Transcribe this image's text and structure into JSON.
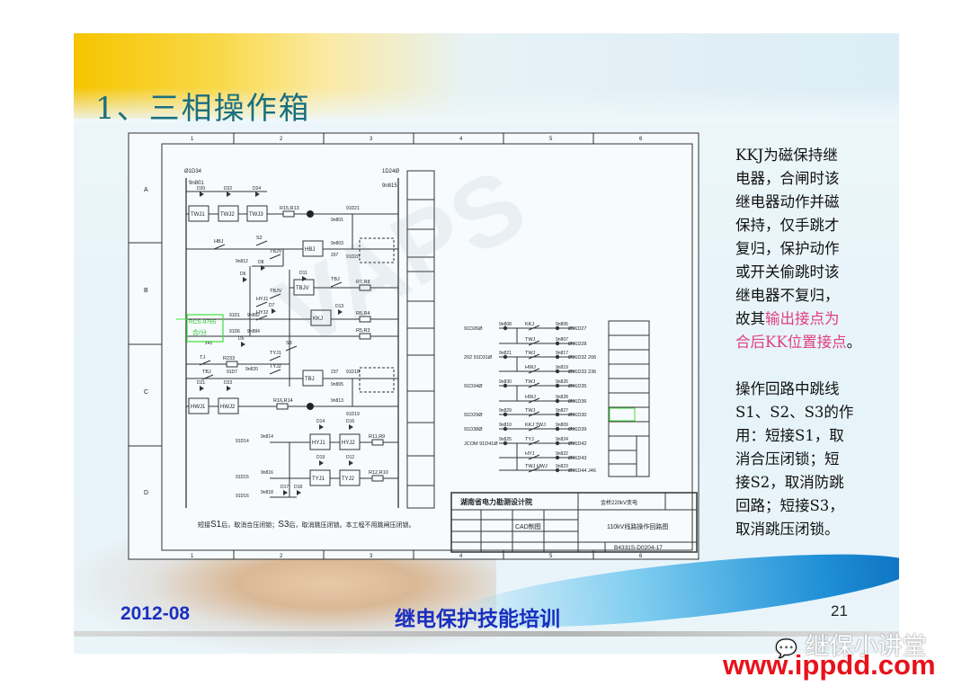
{
  "slide": {
    "title": "1、三相操作箱",
    "footer_date": "2012-08",
    "footer_title": "继电保护技能培训",
    "page_number": "21"
  },
  "side_text": {
    "para1_lines": [
      "KKJ为磁保持继",
      "电器，合闸时该",
      "继电器动作并磁",
      "保持，仅手跳才",
      "复归，保护动作",
      "或开关偷跳时该",
      "继电器不复归，"
    ],
    "para1_tail_prefix": "故其",
    "para1_highlight_a": "输出接点为",
    "para1_highlight_b": "合后KK位置接点",
    "para1_end": "。",
    "para2_lines": [
      "操作回路中跳线",
      "S1、S2、S3的作",
      "用：短接S1，取",
      "消合压闭锁；短",
      "接S2，取消防跳",
      "回路；短接S3，",
      "取消跳压闭锁。"
    ],
    "highlight_color": "#e0407f"
  },
  "diagram": {
    "col_numbers": [
      "1",
      "2",
      "3",
      "4",
      "5",
      "6"
    ],
    "row_letters": [
      "A",
      "B",
      "C",
      "D"
    ],
    "terminals": {
      "t1": "Ø1D34",
      "t2": "9n801",
      "t3": "1D24Ø",
      "t4": "9n815"
    },
    "boxes": [
      "TWJ1",
      "TWJ2",
      "TWJ3",
      "HBJ",
      "TBJV",
      "KKJ",
      "TBJ",
      "HWJ1",
      "HWJ2",
      "HYJ1",
      "HYJ2",
      "TYJ1",
      "TYJ2"
    ],
    "contacts": [
      "HBJ",
      "S2",
      "TBJV",
      "TBJ",
      "TBJV",
      "HYJ1",
      "HYJ2",
      "TYJ1",
      "TYJ2",
      "TJ",
      "TBJ",
      "S3"
    ],
    "diodes": [
      "D20",
      "D22",
      "D24",
      "D8",
      "D11",
      "D6",
      "D7",
      "D5",
      "D13",
      "D21",
      "D23",
      "D14",
      "D16",
      "D19",
      "D12",
      "D17",
      "D18"
    ],
    "resistors": [
      "R15,R13",
      "R7,R8",
      "R6,R4",
      "R5,R3",
      "R16,R14",
      "R11,R9",
      "R12,R10",
      "R233"
    ],
    "nodes": [
      "9n801",
      "91D21",
      "9n803",
      "207",
      "91D20",
      "9n812",
      "91D1",
      "9n882",
      "91D6",
      "9n884",
      "241",
      "91D7",
      "9n820",
      "237",
      "91D18",
      "9n805",
      "9n813",
      "91D19",
      "91D14",
      "9n814",
      "91D15",
      "9n816",
      "91D16",
      "9n818"
    ],
    "green_label": "RCS-9765",
    "green_sub": "合/分",
    "green_color": "#3fe040",
    "right_rungs": [
      {
        "in": "91D26Ø",
        "n1": "9n808",
        "c": "KKJ",
        "n2": "9n806",
        "out": "Ø91D27",
        "extra": ""
      },
      {
        "in": "",
        "n1": "",
        "c": "TWJ",
        "n2": "9n807",
        "out": "Ø91D28",
        "extra": ""
      },
      {
        "in": "202  91D31Ø",
        "n1": "9n821",
        "c": "TWJ",
        "n2": "9n817",
        "out": "Ø91D32  206",
        "extra": ""
      },
      {
        "in": "",
        "n1": "",
        "c": "HWJ",
        "n2": "9n819",
        "out": "Ø91D33  236",
        "extra": ""
      },
      {
        "in": "91D34Ø",
        "n1": "9n830",
        "c": "TWJ",
        "n2": "9n826",
        "out": "Ø91D35",
        "extra": ""
      },
      {
        "in": "",
        "n1": "",
        "c": "HWJ",
        "n2": "9n828",
        "out": "Ø91D36",
        "extra": ""
      },
      {
        "in": "91D29Ø",
        "n1": "9n829",
        "c": "TWJ",
        "n2": "9n827",
        "out": "Ø91D30",
        "extra": ""
      },
      {
        "in": "91D38Ø",
        "n1": "9n810",
        "c": "KKJ  TWJ",
        "n2": "9n809",
        "out": "Ø91D39",
        "extra": ""
      },
      {
        "in": "JCOM  91D41Ø",
        "n1": "9n825",
        "c": "TYJ",
        "n2": "9n824",
        "out": "Ø91D42",
        "extra": ""
      },
      {
        "in": "",
        "n1": "",
        "c": "HYJ",
        "n2": "9n822",
        "out": "Ø91D43",
        "extra": ""
      },
      {
        "in": "",
        "n1": "",
        "c": "TWJ  HWJ",
        "n2": "9n823",
        "out": "Ø91D44  J46",
        "extra": ""
      }
    ],
    "bottom_note_prefix": "短接",
    "bottom_note_s1": "S1",
    "bottom_note_mid": "后，取消合压闭锁；",
    "bottom_note_s3": "S3",
    "bottom_note_end": "后，取消跳压闭锁。本工程不用跳闸压闭锁。",
    "title_block": {
      "org": "湖南省电力勘测设计院",
      "project": "金桥220kV变电",
      "cad": "CAD制图",
      "drawing": "110kV线路操作回路图",
      "number": "B4331S-D0204-17"
    }
  },
  "watermark": {
    "account": "继保小讲堂",
    "url": "www.ippdd.com",
    "url_color": "#e8121b"
  }
}
